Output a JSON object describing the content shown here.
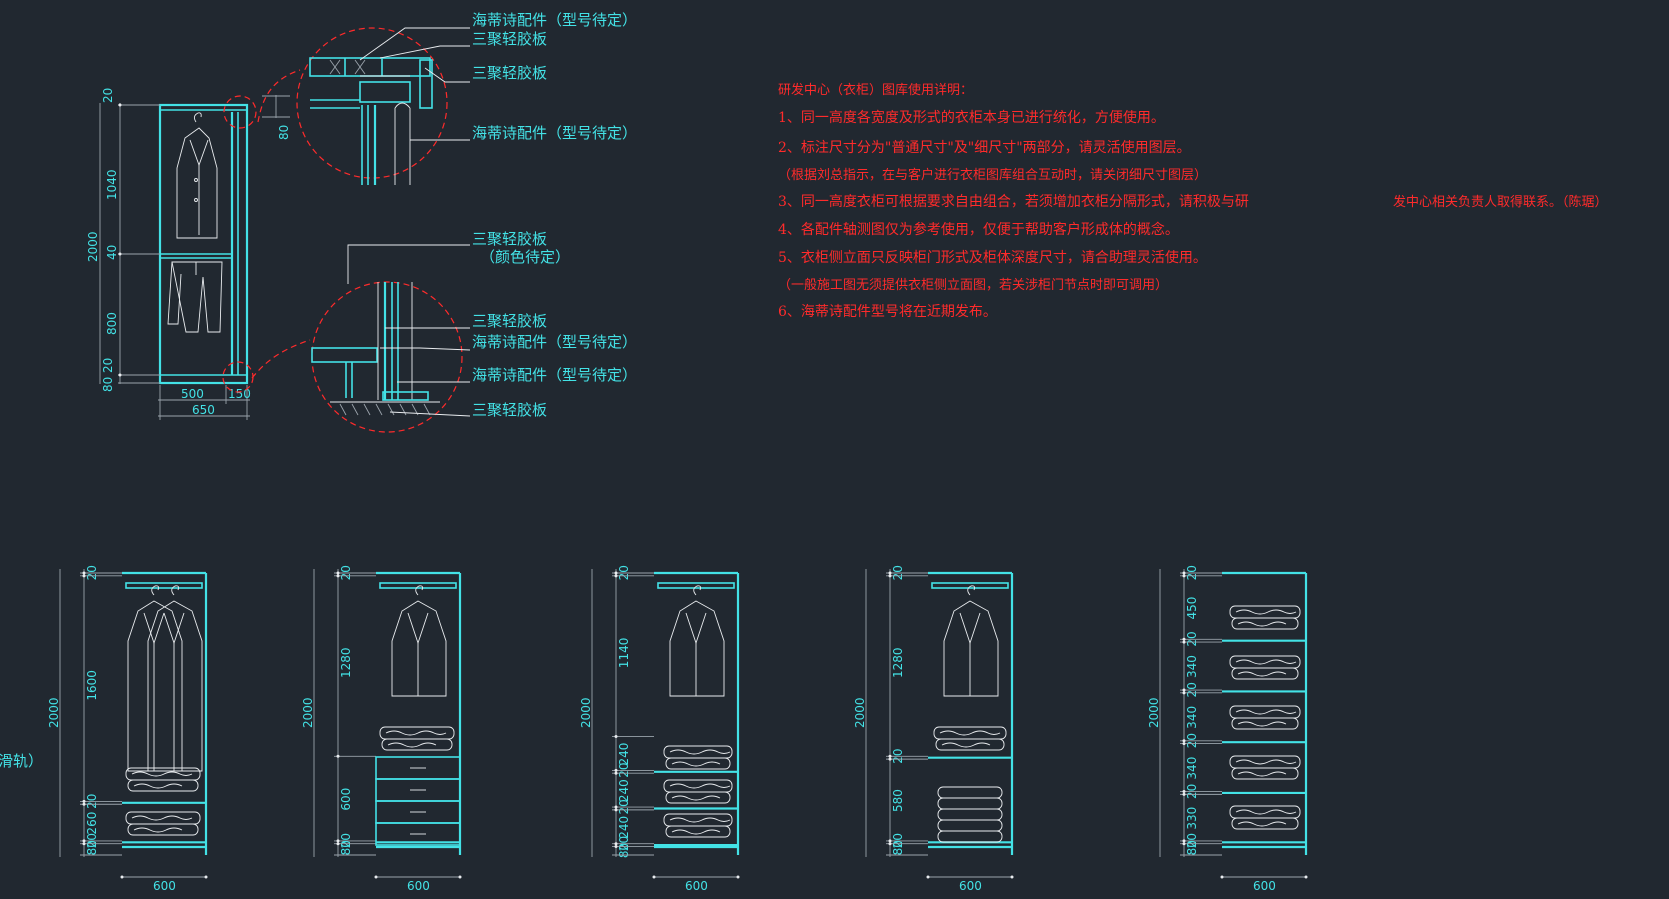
{
  "colors": {
    "background": "#212830",
    "cad_cyan": "#43e2e6",
    "cad_red": "#ff2b2b",
    "cad_white": "#e9ecef"
  },
  "detail_callouts": [
    "海蒂诗配件（型号待定）",
    "三聚轻胶板",
    "三聚轻胶板",
    "海蒂诗配件（型号待定）",
    "三聚轻胶板",
    "（颜色待定）",
    "三聚轻胶板",
    "海蒂诗配件（型号待定）",
    "海蒂诗配件（型号待定）",
    "三聚轻胶板"
  ],
  "section_dims": {
    "top": "20",
    "upper": "1040",
    "total": "2000",
    "mid": "40",
    "lower": "800",
    "bottom_gap": "20",
    "base": "80",
    "depth_main": "500",
    "depth_side": "150",
    "depth_total": "650",
    "detail_offset": "80"
  },
  "notes": {
    "title": "研发中心（衣柜）图库使用详明：",
    "lines": [
      "1、同一高度各宽度及形式的衣柜本身已进行统化，方便使用。",
      "2、标注尺寸分为\"普通尺寸\"及\"细尺寸\"两部分，请灵活使用图层。",
      "（根据刘总指示，在与客户进行衣柜图库组合互动时，请关闭细尺寸图层）",
      "3、同一高度衣柜可根据要求自由组合，若须增加衣柜分隔形式，请积极与研",
      "4、各配件轴测图仅为参考使用，仅便于帮助客户形成体的概念。",
      "5、衣柜侧立面只反映柜门形式及柜体深度尺寸，请合助理灵活使用。",
      "（一般施工图无须提供衣柜侧立面图，若关涉柜门节点时即可调用）",
      "6、海蒂诗配件型号将在近期发布。"
    ],
    "line3_tail": "发中心相关负责人取得联系。（陈琚）"
  },
  "left_edge_label": "滑轨）",
  "elevations": [
    {
      "total": "2000",
      "width": "600",
      "dims": [
        "20",
        "1600",
        "20",
        "260",
        "20",
        "80"
      ]
    },
    {
      "total": "2000",
      "width": "600",
      "dims": [
        "20",
        "1280",
        "600",
        "20",
        "80"
      ]
    },
    {
      "total": "2000",
      "width": "600",
      "dims": [
        "20",
        "1140",
        "240",
        "20",
        "240",
        "20",
        "240",
        "20",
        "80"
      ]
    },
    {
      "total": "2000",
      "width": "600",
      "dims": [
        "20",
        "1280",
        "20",
        "580",
        "20",
        "80"
      ]
    },
    {
      "total": "2000",
      "width": "600",
      "dims": [
        "20",
        "450",
        "20",
        "340",
        "20",
        "340",
        "20",
        "340",
        "20",
        "330",
        "20",
        "80"
      ]
    }
  ]
}
